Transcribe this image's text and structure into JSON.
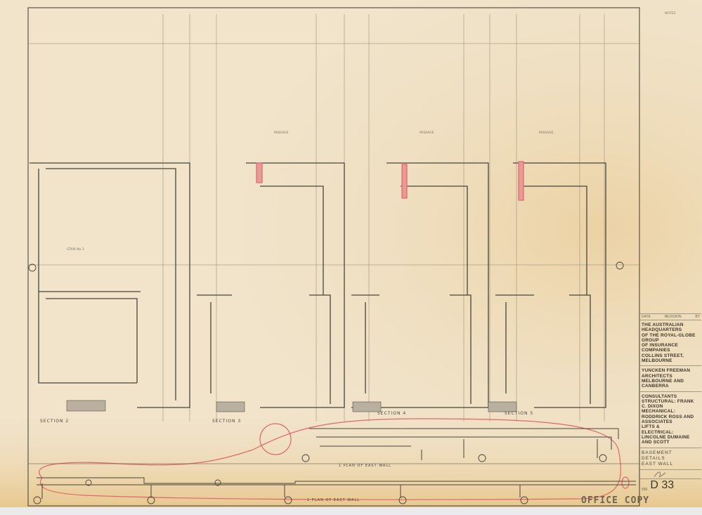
{
  "drawing": {
    "sections": [
      "SECTION 2",
      "SECTION 3",
      "SECTION 4",
      "SECTION 5"
    ],
    "stair_label": "STAIR No 3",
    "passages": [
      "PASSAGE",
      "PASSAGE",
      "PASSAGE"
    ],
    "plan_labels": [
      "1  PLAN OF EAST WALL",
      "1  PLAN OF EAST WALL"
    ],
    "stamp": "OFFICE COPY",
    "markup_color": "#e0676a"
  },
  "title_block": {
    "notes": "NOTES",
    "rev_headers": [
      "DATE",
      "REVISION",
      "BY"
    ],
    "client": [
      "THE AUSTRALIAN HEADQUARTERS",
      "OF THE ROYAL-GLOBE GROUP",
      "OF INSURANCE COMPANIES",
      "COLLINS STREET, MELBOURNE"
    ],
    "architect": [
      "YUNCKEN FREEMAN ARCHITECTS",
      "MELBOURNE AND CANBERRA"
    ],
    "consultants": [
      "CONSULTANTS",
      "STRUCTURAL: FRANK C. DIXON",
      "MECHANICAL:",
      "RODDRICK ROSS AND ASSOCIATES",
      "LIFTS &",
      "ELECTRICAL:",
      "LINCOLNE DUMAINE AND SCOTT"
    ],
    "sheet_title": [
      "BASEMENT",
      "DETAILS",
      "EAST WALL"
    ],
    "job_no": "550",
    "drawing_no": "D 33"
  }
}
